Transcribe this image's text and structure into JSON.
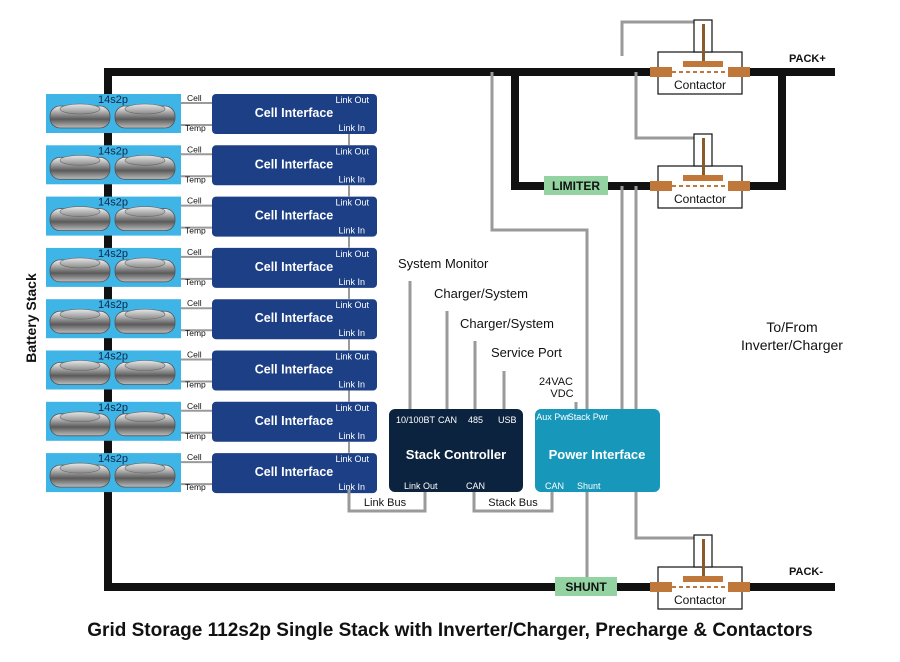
{
  "title": "Grid Storage 112s2p Single Stack with Inverter/Charger, Precharge & Contactors",
  "battery_stack_label": "Battery Stack",
  "modules": [
    {
      "pack_label": "14s2p",
      "cell_label": "Cell",
      "temp_label": "Temp",
      "interface_label": "Cell Interface",
      "link_out": "Link Out",
      "link_in": "Link In"
    },
    {
      "pack_label": "14s2p",
      "cell_label": "Cell",
      "temp_label": "Temp",
      "interface_label": "Cell Interface",
      "link_out": "Link Out",
      "link_in": "Link In"
    },
    {
      "pack_label": "14s2p",
      "cell_label": "Cell",
      "temp_label": "Temp",
      "interface_label": "Cell Interface",
      "link_out": "Link Out",
      "link_in": "Link In"
    },
    {
      "pack_label": "14s2p",
      "cell_label": "Cell",
      "temp_label": "Temp",
      "interface_label": "Cell Interface",
      "link_out": "Link Out",
      "link_in": "Link In"
    },
    {
      "pack_label": "14s2p",
      "cell_label": "Cell",
      "temp_label": "Temp",
      "interface_label": "Cell Interface",
      "link_out": "Link Out",
      "link_in": "Link In"
    },
    {
      "pack_label": "14s2p",
      "cell_label": "Cell",
      "temp_label": "Temp",
      "interface_label": "Cell Interface",
      "link_out": "Link Out",
      "link_in": "Link In"
    },
    {
      "pack_label": "14s2p",
      "cell_label": "Cell",
      "temp_label": "Temp",
      "interface_label": "Cell Interface",
      "link_out": "Link Out",
      "link_in": "Link In"
    },
    {
      "pack_label": "14s2p",
      "cell_label": "Cell",
      "temp_label": "Temp",
      "interface_label": "Cell Interface",
      "link_out": "Link Out",
      "link_in": "Link In"
    }
  ],
  "stack_controller": {
    "title": "Stack Controller",
    "ports_top": [
      "10/100BT",
      "CAN",
      "485",
      "USB"
    ],
    "port_link_out": "Link Out",
    "port_can": "CAN"
  },
  "power_interface": {
    "title": "Power Interface",
    "aux_pwr": "Aux Pwr",
    "stack_pwr": "Stack Pwr",
    "port_can": "CAN",
    "port_shunt": "Shunt"
  },
  "external_labels": {
    "system_monitor": "System Monitor",
    "charger_system_1": "Charger/System",
    "charger_system_2": "Charger/System",
    "service_port": "Service Port",
    "vac_vdc_line1": "24VAC",
    "vac_vdc_line2": "VDC",
    "link_bus": "Link Bus",
    "stack_bus": "Stack Bus",
    "to_from_line1": "To/From",
    "to_from_line2": "Inverter/Charger"
  },
  "power_path": {
    "pack_plus": "PACK+",
    "pack_minus": "PACK-",
    "limiter": "LIMITER",
    "shunt": "SHUNT",
    "contactor_labels": [
      "Contactor",
      "Contactor",
      "Contactor"
    ]
  },
  "colors": {
    "cell_interface": "#1c3f86",
    "stack_controller": "#0c2340",
    "power_interface": "#1797b9",
    "battery_pack": "#3fb4e6",
    "label_tag": "#93d3a2",
    "bus": "#111111",
    "signal": "#9a9a9a",
    "contactor_pad": "#c0783a"
  }
}
